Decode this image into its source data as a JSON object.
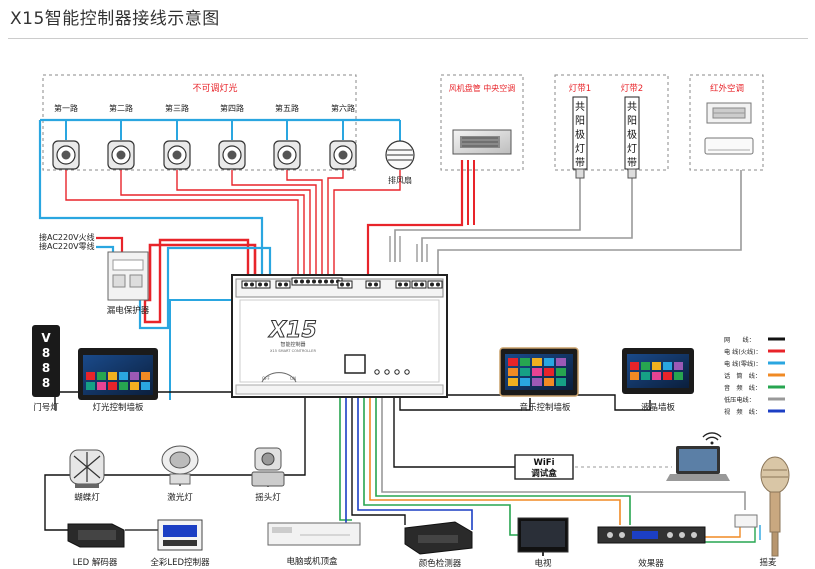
{
  "title": "X15智能控制器接线示意图",
  "colors": {
    "ground": "#111111",
    "live": "#e8242a",
    "neutral": "#2aa6e0",
    "talkback": "#f08a24",
    "audio": "#27a550",
    "low_voltage": "#999999",
    "video": "#1c3fc4",
    "dashed_box": "#888888"
  },
  "groups": {
    "non_dimmable": "不可调灯光",
    "fan_coil": "风机盘管 中央空调",
    "light_strip": "灯带",
    "ir_ac": "红外空调"
  },
  "channels": [
    "第一路",
    "第二路",
    "第三路",
    "第四路",
    "第五路",
    "第六路"
  ],
  "exhaust_fan": "排风扇",
  "light_strips": [
    {
      "label": "灯带1",
      "text": "共阳极灯带"
    },
    {
      "label": "灯带2",
      "text": "共阳极灯带"
    }
  ],
  "power": {
    "live_in": "接AC220V火线",
    "neutral_in": "接AC220V零线",
    "breaker": "漏电保护器"
  },
  "controller": {
    "logo": "X15",
    "subtitle": "智能控制器",
    "subtitle_en": "X15 SMART CONTROLLER"
  },
  "door_sign": {
    "digits": "V888",
    "label": "门号灯"
  },
  "light_panel": "灯光控制墙板",
  "music_panel": "音乐控制墙板",
  "lcd_panel": "液晶墙板",
  "wifi_box": {
    "line1": "WiFi",
    "line2": "调试盒"
  },
  "bottom_devices": {
    "butterfly": "蝴蝶灯",
    "laser": "激光灯",
    "moving_head": "摇头灯",
    "led_decoder": "LED 解码器",
    "rgb_controller": "全彩LED控制器",
    "pc_stb": "电脑或机顶盒",
    "color_detector": "颜色检测器",
    "tv": "电视",
    "effects": "效果器",
    "mic": "摇麦"
  },
  "legend": [
    {
      "label": "网　　线：",
      "key": "ground"
    },
    {
      "label": "电 线(火线)：",
      "key": "live"
    },
    {
      "label": "电 线(零线)：",
      "key": "neutral"
    },
    {
      "label": "话　筒　线：",
      "key": "talkback"
    },
    {
      "label": "音　频　线：",
      "key": "audio"
    },
    {
      "label": "低压电线：",
      "key": "low_voltage"
    },
    {
      "label": "视　频　线：",
      "key": "video"
    }
  ]
}
